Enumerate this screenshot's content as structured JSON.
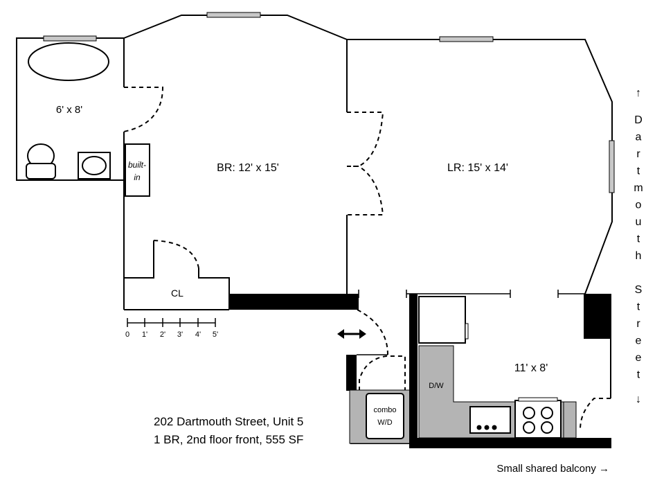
{
  "rooms": {
    "bath": "6' x 8'",
    "builtin_line1": "built-",
    "builtin_line2": "in",
    "bedroom": "BR: 12' x 15'",
    "living": "LR: 15' x 14'",
    "closet": "CL",
    "kitchen": "11' x 8'",
    "dishwasher": "D/W",
    "washer_line1": "combo",
    "washer_line2": "W/D"
  },
  "scale": {
    "ticks": [
      "0",
      "1'",
      "2'",
      "3'",
      "4'",
      "5'"
    ]
  },
  "street": {
    "arrow_up": "↑",
    "letters": [
      "D",
      "a",
      "r",
      "t",
      "m",
      "o",
      "u",
      "t",
      "h",
      "",
      "S",
      "t",
      "r",
      "e",
      "e",
      "t"
    ],
    "arrow_down": "↓"
  },
  "info": {
    "address": "202 Dartmouth Street, Unit 5",
    "details": "1 BR, 2nd floor front, 555 SF"
  },
  "balcony": "Small shared balcony →"
}
